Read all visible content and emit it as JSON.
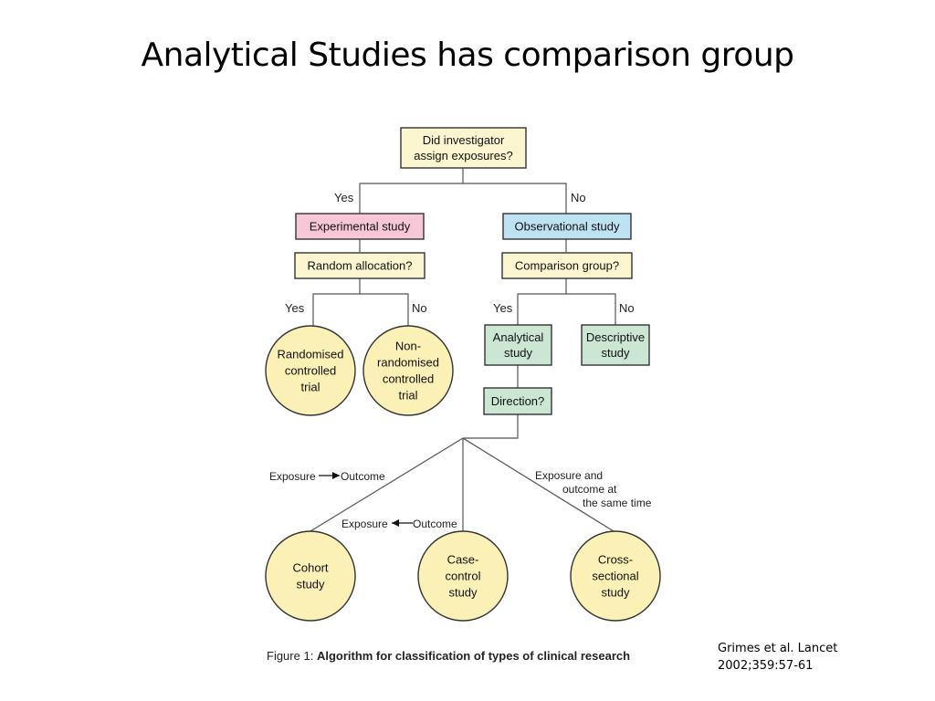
{
  "title": "Analytical Studies has comparison group",
  "diagram": {
    "nodes": {
      "assign_question": [
        "Did investigator",
        "assign exposures?"
      ],
      "experimental": [
        "Experimental study"
      ],
      "observational": [
        "Observational study"
      ],
      "random_allocation": [
        "Random allocation?"
      ],
      "comparison_group": [
        "Comparison group?"
      ],
      "rct": [
        "Randomised",
        "controlled",
        "trial"
      ],
      "non_rct": [
        "Non-",
        "randomised",
        "controlled",
        "trial"
      ],
      "analytical": [
        "Analytical",
        "study"
      ],
      "descriptive": [
        "Descriptive",
        "study"
      ],
      "direction": [
        "Direction?"
      ],
      "cohort": [
        "Cohort",
        "study"
      ],
      "case_control": [
        "Case-",
        "control",
        "study"
      ],
      "cross_sectional": [
        "Cross-",
        "sectional",
        "study"
      ]
    },
    "edge_labels": {
      "yes_assign": "Yes",
      "no_assign": "No",
      "yes_random": "Yes",
      "no_random": "No",
      "yes_comparison": "Yes",
      "no_comparison": "No",
      "cohort_exposure": "Exposure",
      "cohort_outcome": "Outcome",
      "cc_exposure": "Exposure",
      "cc_outcome": "Outcome",
      "cross_sectional": [
        "Exposure and",
        "outcome at",
        "the same time"
      ]
    },
    "colors": {
      "question_fill": "#fbf6cf",
      "experimental_fill": "#f6c7d6",
      "observational_fill": "#bfe2f3",
      "analytical_fill": "#cce6d4",
      "circle_fill": "#fbf0b6",
      "stroke": "#333333",
      "line": "#555555"
    }
  },
  "caption": {
    "figure_number": "Figure 1:",
    "text": "Algorithm for classification of types of clinical research"
  },
  "citation": {
    "line1": "Grimes et al. Lancet",
    "line2": "2002;359:57-61"
  }
}
